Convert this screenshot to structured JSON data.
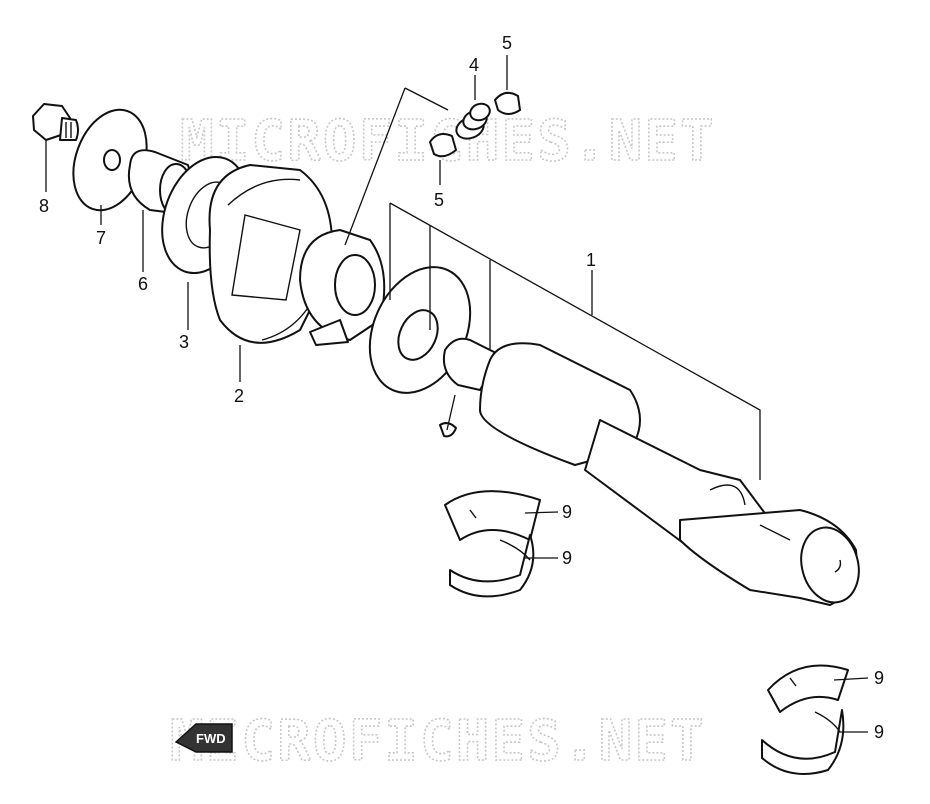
{
  "watermark": {
    "text": "MICROFICHES.NET",
    "color": "#c8c8c8"
  },
  "fwd_badge": {
    "label": "FWD"
  },
  "callouts": [
    {
      "id": "c1",
      "label": "1"
    },
    {
      "id": "c2",
      "label": "2"
    },
    {
      "id": "c3",
      "label": "3"
    },
    {
      "id": "c4",
      "label": "4"
    },
    {
      "id": "c5a",
      "label": "5"
    },
    {
      "id": "c5b",
      "label": "5"
    },
    {
      "id": "c6",
      "label": "6"
    },
    {
      "id": "c7",
      "label": "7"
    },
    {
      "id": "c8",
      "label": "8"
    },
    {
      "id": "c9a",
      "label": "9"
    },
    {
      "id": "c9b",
      "label": "9"
    },
    {
      "id": "c9c",
      "label": "9"
    },
    {
      "id": "c9d",
      "label": "9"
    }
  ],
  "icons": {
    "fwd": "arrow-left-icon"
  }
}
